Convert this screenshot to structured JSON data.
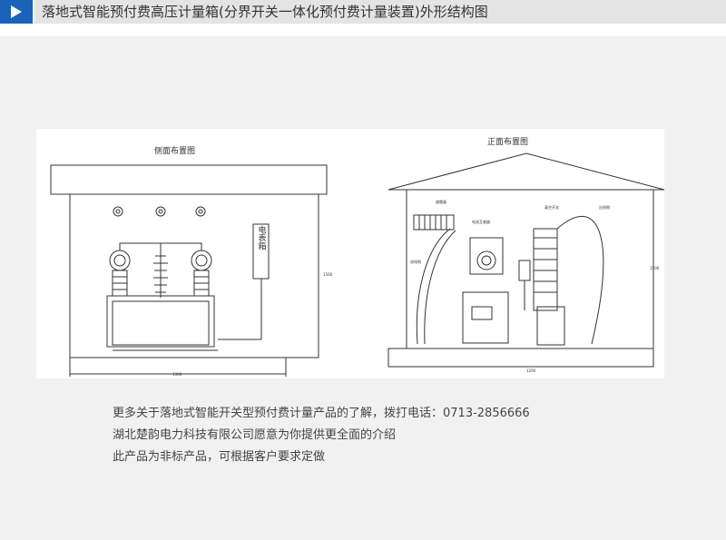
{
  "header": {
    "title": "落地式智能预付费高压计量箱(分界开关一体化预付费计量装置)外形结构图",
    "icon": "play-arrow-icon",
    "accent_color": "#1a63b8"
  },
  "drawing": {
    "side_view_title": "侧面布置图",
    "front_view_title": "正面布置图",
    "meter_box_label": "电表箱",
    "side_width_dim": "1300",
    "front_width_dim": "1200",
    "side_height_dim": "1500",
    "front_height_dim": "1500",
    "small_labels": [
      "避雷器",
      "电流互感器",
      "真空开关",
      "出线侧",
      "进线侧"
    ]
  },
  "info": {
    "line1": "更多关于落地式智能开关型预付费计量产品的了解，拨打电话：0713-2856666",
    "line2": "湖北楚韵电力科技有限公司愿意为你提供更全面的介绍",
    "line3": "此产品为非标产品，可根据客户要求定做"
  }
}
